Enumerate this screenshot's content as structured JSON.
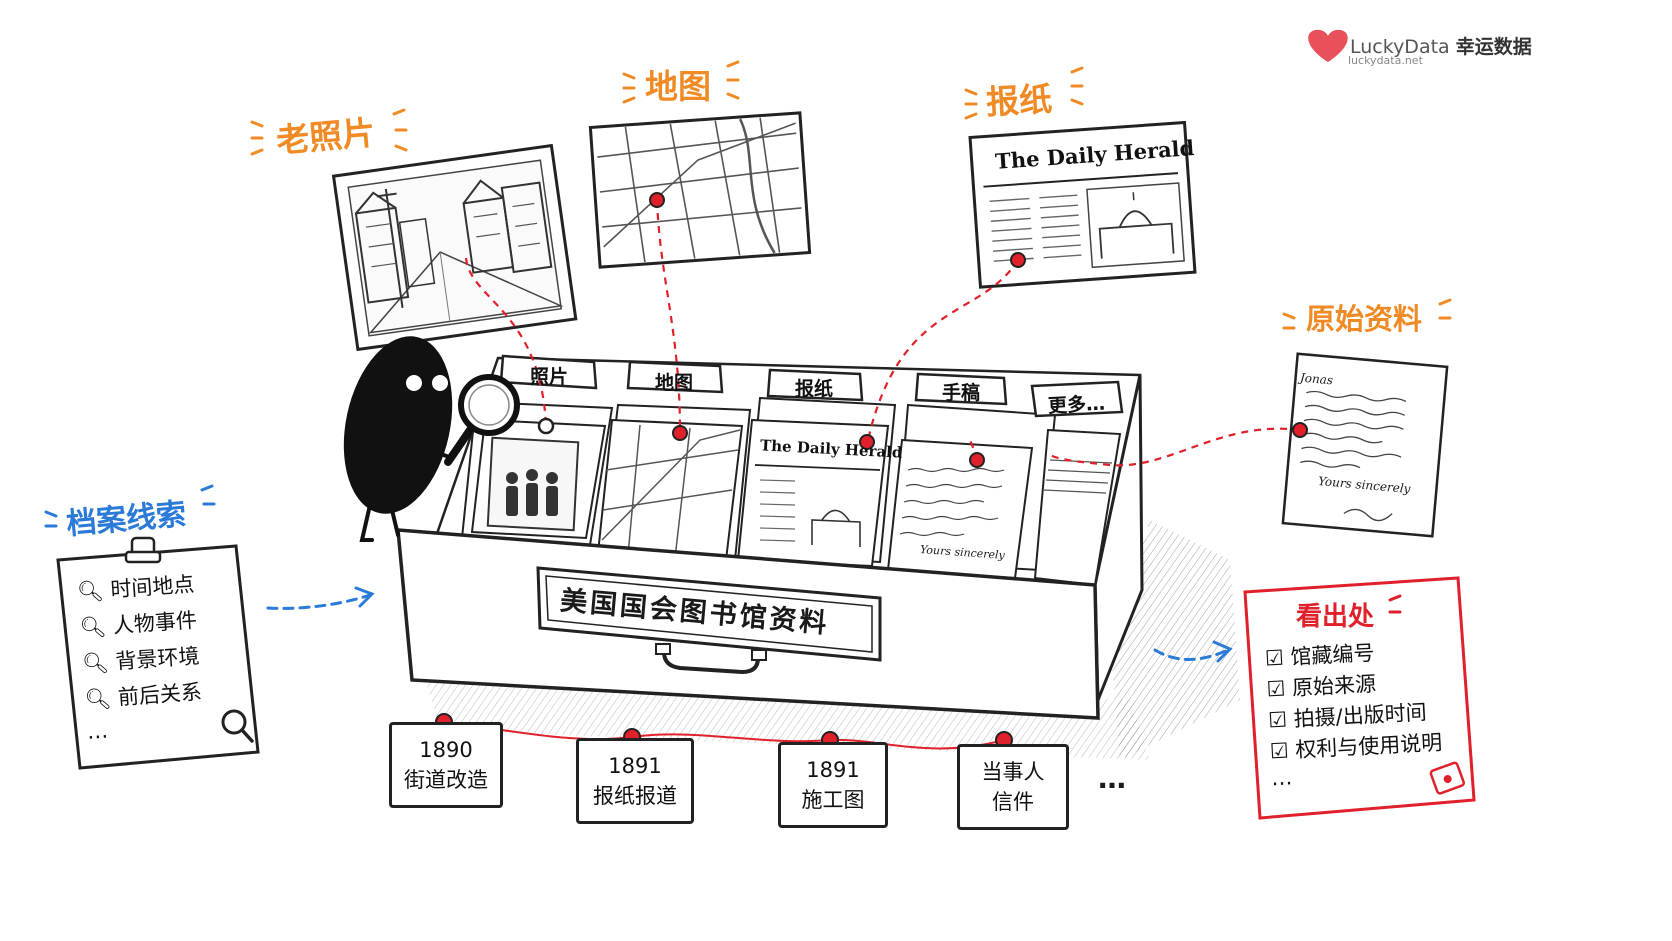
{
  "brand": {
    "name": "LuckyData",
    "name_cn": "幸运数据",
    "url": "luckydata.net",
    "logo_icon": "heart-logo-icon",
    "accent": "#e8505b"
  },
  "categories": {
    "old_photos": "老照片",
    "maps": "地图",
    "newspapers": "报纸",
    "original_materials": "原始资料"
  },
  "newspaper": {
    "title": "The Daily Herald"
  },
  "drawer": {
    "label": "美国国会图书馆资料",
    "tabs": [
      "照片",
      "地图",
      "报纸",
      "手稿",
      "更多…"
    ],
    "mini_newspaper_title": "The Daily Herald",
    "letter_salutation": "Yours sincerely"
  },
  "manuscript": {
    "greeting": "Jonas",
    "closing": "Yours sincerely"
  },
  "clues": {
    "title": "档案线索",
    "items": [
      "时间地点",
      "人物事件",
      "背景环境",
      "前后关系"
    ],
    "more": "…",
    "item_icon": "search-icon"
  },
  "source_check": {
    "title": "看出处",
    "items": [
      "馆藏编号",
      "原始来源",
      "拍摄/出版时间",
      "权利与使用说明"
    ],
    "more": "…",
    "item_icon": "checkbox-checked-icon"
  },
  "timeline": {
    "items": [
      {
        "line1": "1890",
        "line2": "街道改造"
      },
      {
        "line1": "1891",
        "line2": "报纸报道"
      },
      {
        "line1": "1891",
        "line2": "施工图"
      },
      {
        "line1": "当事人",
        "line2": "信件"
      }
    ],
    "more": "…"
  },
  "colors": {
    "orange_label": "#f08a24",
    "blue_label": "#2a7ad8",
    "red_accent": "#e0202a",
    "ink": "#1a1a1a"
  }
}
